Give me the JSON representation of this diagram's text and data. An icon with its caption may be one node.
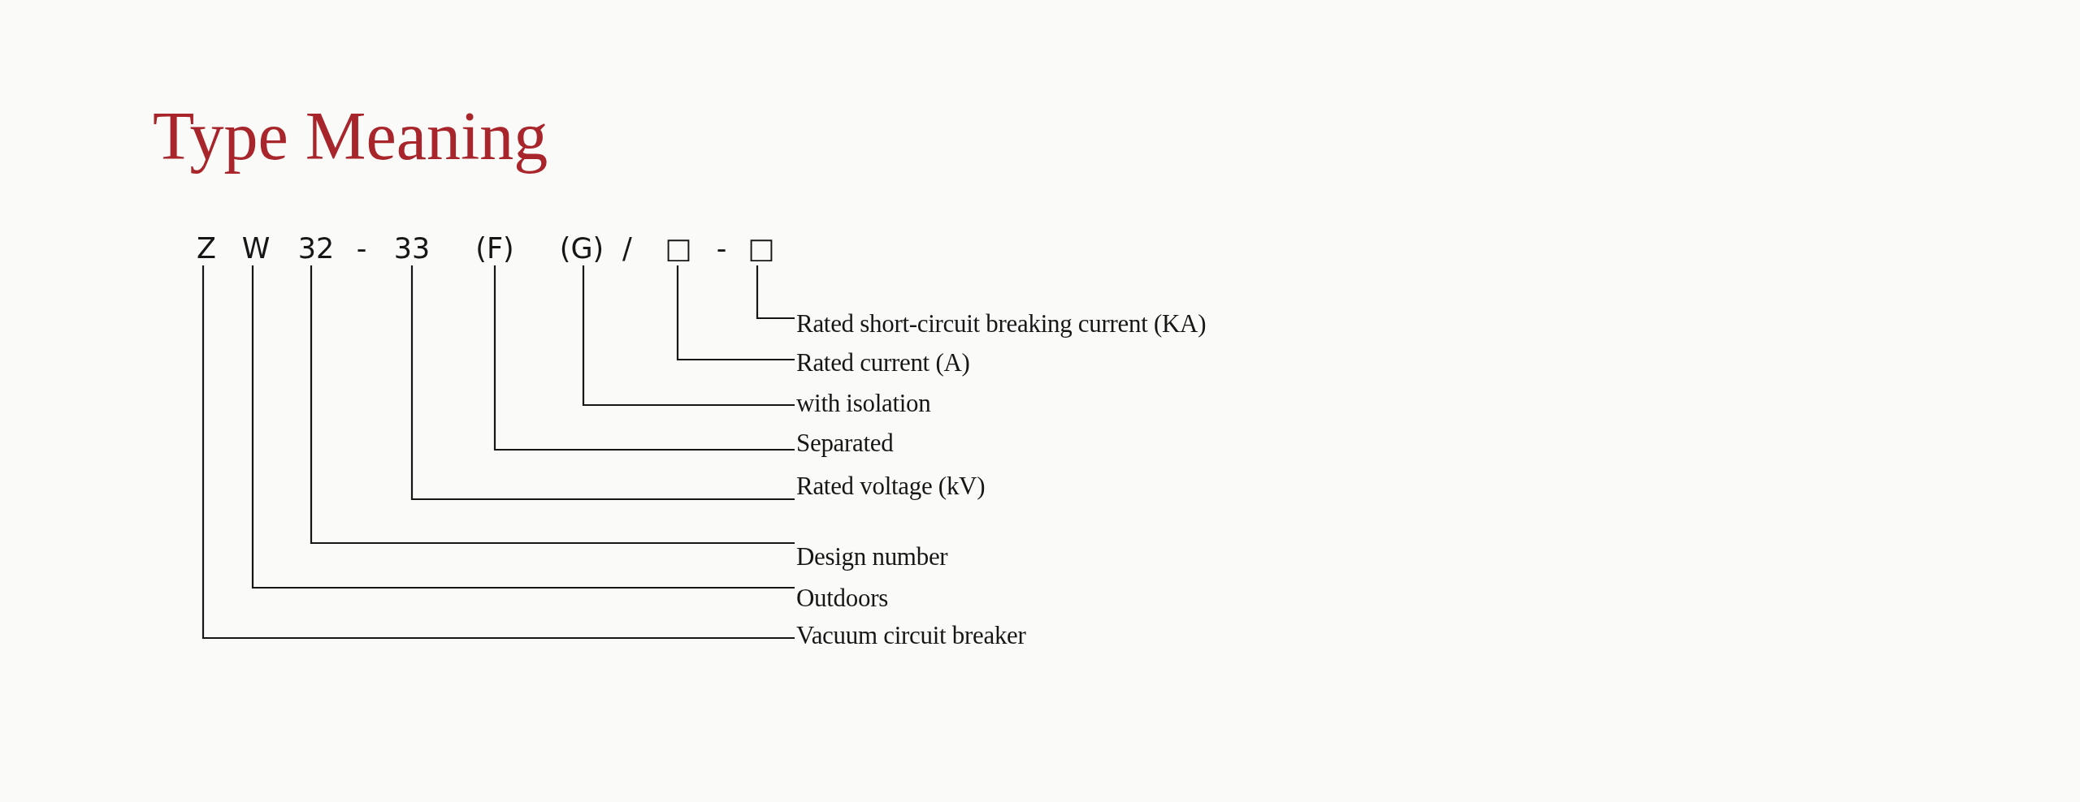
{
  "diagram": {
    "title": "Type Meaning",
    "nodes": [
      {
        "text": [
          "Z"
        ]
      },
      {
        "text": [
          "W"
        ]
      },
      {
        "text": [
          "32"
        ]
      },
      {
        "text": [
          "33"
        ]
      },
      {
        "text": [
          "(F)"
        ]
      },
      {
        "text": [
          "(G)"
        ]
      },
      {
        "text": [
          "□"
        ]
      },
      {
        "text": [
          "□"
        ]
      },
      {
        "text": [
          "Rated short-circuit breaking current (KA)"
        ]
      },
      {
        "text": [
          "Rated current (A)"
        ]
      },
      {
        "text": [
          "with isolation"
        ]
      },
      {
        "text": [
          "Separated"
        ]
      },
      {
        "text": [
          "Rated voltage (kV)"
        ]
      },
      {
        "text": [
          "Design number"
        ]
      },
      {
        "text": [
          "Outdoors"
        ]
      },
      {
        "text": [
          "Vacuum circuit breaker"
        ]
      }
    ],
    "edges": [
      {
        "from": 0,
        "to": 15,
        "arrow": "none"
      },
      {
        "from": 1,
        "to": 14,
        "arrow": "none"
      },
      {
        "from": 2,
        "to": 13,
        "arrow": "none"
      },
      {
        "from": 3,
        "to": 12,
        "arrow": "none"
      },
      {
        "from": 4,
        "to": 11,
        "arrow": "none"
      },
      {
        "from": 5,
        "to": 10,
        "arrow": "none"
      },
      {
        "from": 6,
        "to": 9,
        "arrow": "none"
      },
      {
        "from": 7,
        "to": 8,
        "arrow": "none"
      }
    ],
    "labels": [
      "-",
      "/",
      "-"
    ]
  }
}
